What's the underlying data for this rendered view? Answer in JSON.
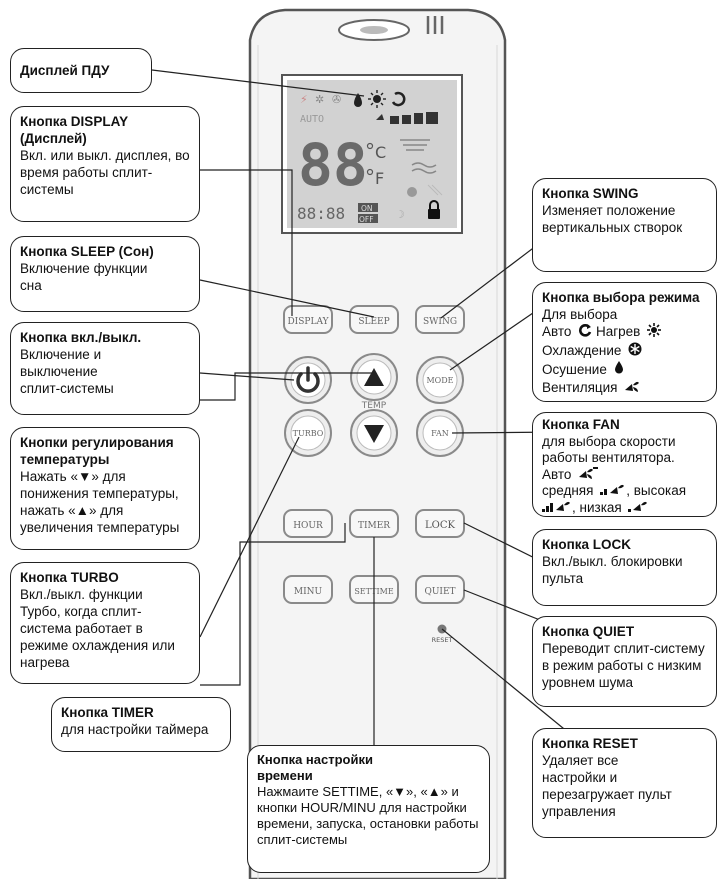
{
  "callouts": {
    "display_panel": {
      "title": "Дисплей ПДУ"
    },
    "display_button": {
      "title": "Кнопка DISPLAY (Дисплей)",
      "body": "Вкл. или выкл. дисплея, во время работы сплит-системы"
    },
    "sleep_button": {
      "title": "Кнопка SLEEP (Сон)",
      "body": "Включение функции сна"
    },
    "power_button": {
      "title": "Кнопка вкл./выкл.",
      "body": "Включение и выключение сплит-системы"
    },
    "temp_buttons": {
      "title": "Кнопки регулирования температуры",
      "body": "Нажать «▼» для понижения температуры, нажать «▲» для увеличения температуры"
    },
    "turbo_button": {
      "title": "Кнопка TURBO",
      "body": "Вкл./выкл. функции Турбо, когда сплит-система работает в режиме охлаждения или нагрева"
    },
    "timer_button": {
      "title": "Кнопка TIMER",
      "body": "для настройки таймера"
    },
    "time_setting": {
      "title": "Кнопка настройки времени",
      "body": "Нажмаите SETTIME, «▼», «▲» и кнопки HOUR/MINU для настройки времени, запуска, остановки работы сплит-системы"
    },
    "swing_button": {
      "title": "Кнопка SWING",
      "body": "Изменяет положение вертикальных створок"
    },
    "mode_button": {
      "title": "Кнопка выбора режима",
      "line1": "Для выбора",
      "line2a": "Авто",
      "line2b": "Нагрев",
      "line3": "Охлаждение",
      "line4": "Осушение",
      "line5": "Вентиляция"
    },
    "fan_button": {
      "title": "Кнопка FAN",
      "line1": "для выбора скорости работы вентилятора.",
      "line2": "Авто",
      "line3a": "средняя",
      "line3b": ", высокая",
      "line4": ", низкая"
    },
    "lock_button": {
      "title": "Кнопка LOCK",
      "body": "Вкл./выкл. блокировки пульта"
    },
    "quiet_button": {
      "title": "Кнопка QUIET",
      "body": "Переводит сплит-систему в режим работы с низким уровнем шума"
    },
    "reset_button": {
      "title": "Кнопка RESET",
      "body": "Удаляет все настройки и перезагружает пульт управления"
    }
  },
  "remote": {
    "lcd_digits": "88",
    "lcd_unit_c": "C",
    "lcd_unit_f": "F",
    "lcd_clock": "88:88",
    "lcd_on": "ON",
    "lcd_off": "OFF",
    "lcd_auto": "AUTO",
    "buttons": {
      "display": "DISPLAY",
      "sleep": "SLEEP",
      "swing": "SWING",
      "mode": "MODE",
      "turbo": "TURBO",
      "fan": "FAN",
      "hour": "HOUR",
      "timer": "TIMER",
      "lock": "LOCK",
      "minu": "MINU",
      "settime": "SETTIME",
      "quiet": "QUIET",
      "reset": "RESET",
      "temp": "TEMP"
    }
  },
  "icons": [
    "power-icon",
    "up-arrow-icon",
    "down-arrow-icon",
    "auto-mode-icon",
    "sun-icon",
    "snowflake-icon",
    "drop-icon",
    "fan-icon",
    "fan-speed-icon",
    "lock-icon"
  ],
  "colors": {
    "outline": "#222222",
    "remote_body": "#f4f4f4",
    "lcd": "#cfcfcf",
    "lcd_segments": "#6a6a6a",
    "button_border": "#8a8a8a"
  }
}
